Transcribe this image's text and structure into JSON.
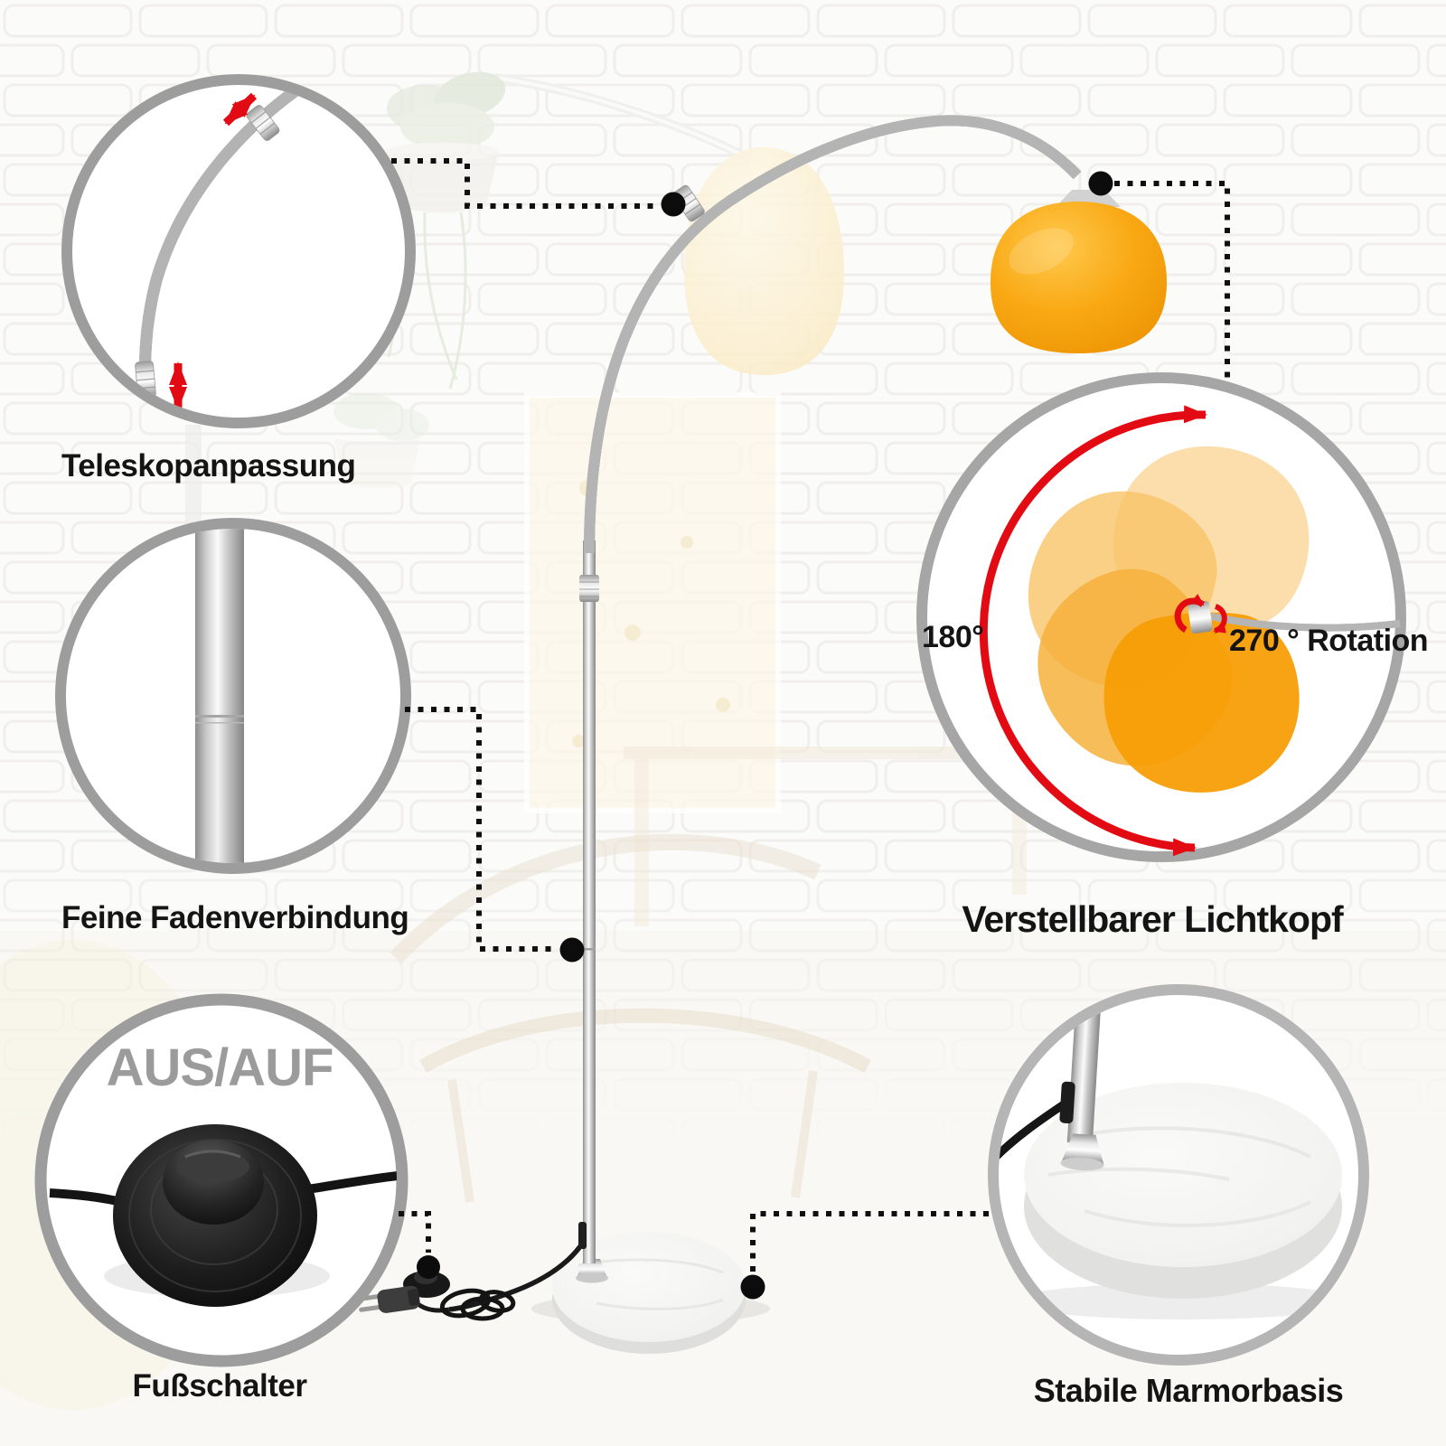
{
  "labels": {
    "telescopic": "Teleskopanpassung",
    "thread": "Feine Fadenverbindung",
    "switch_overlay": "AUS/AUF",
    "switch": "Fußschalter",
    "head_caption": "Verstellbarer Lichtkopf",
    "tilt": "180°",
    "rotation": "270 ° Rotation",
    "base": "Stabile Marmorbasis"
  },
  "colors": {
    "accent_red": "#E30B13",
    "shade_orange": "#F7A108",
    "callout_ring_gray": "#9D9D9D",
    "text_dark": "#141414",
    "text_gray": "#9B9B9B",
    "chrome_gray": "#C9C9C9",
    "marble_white": "#F6F6F4",
    "connector_black": "#0D0D0D"
  }
}
